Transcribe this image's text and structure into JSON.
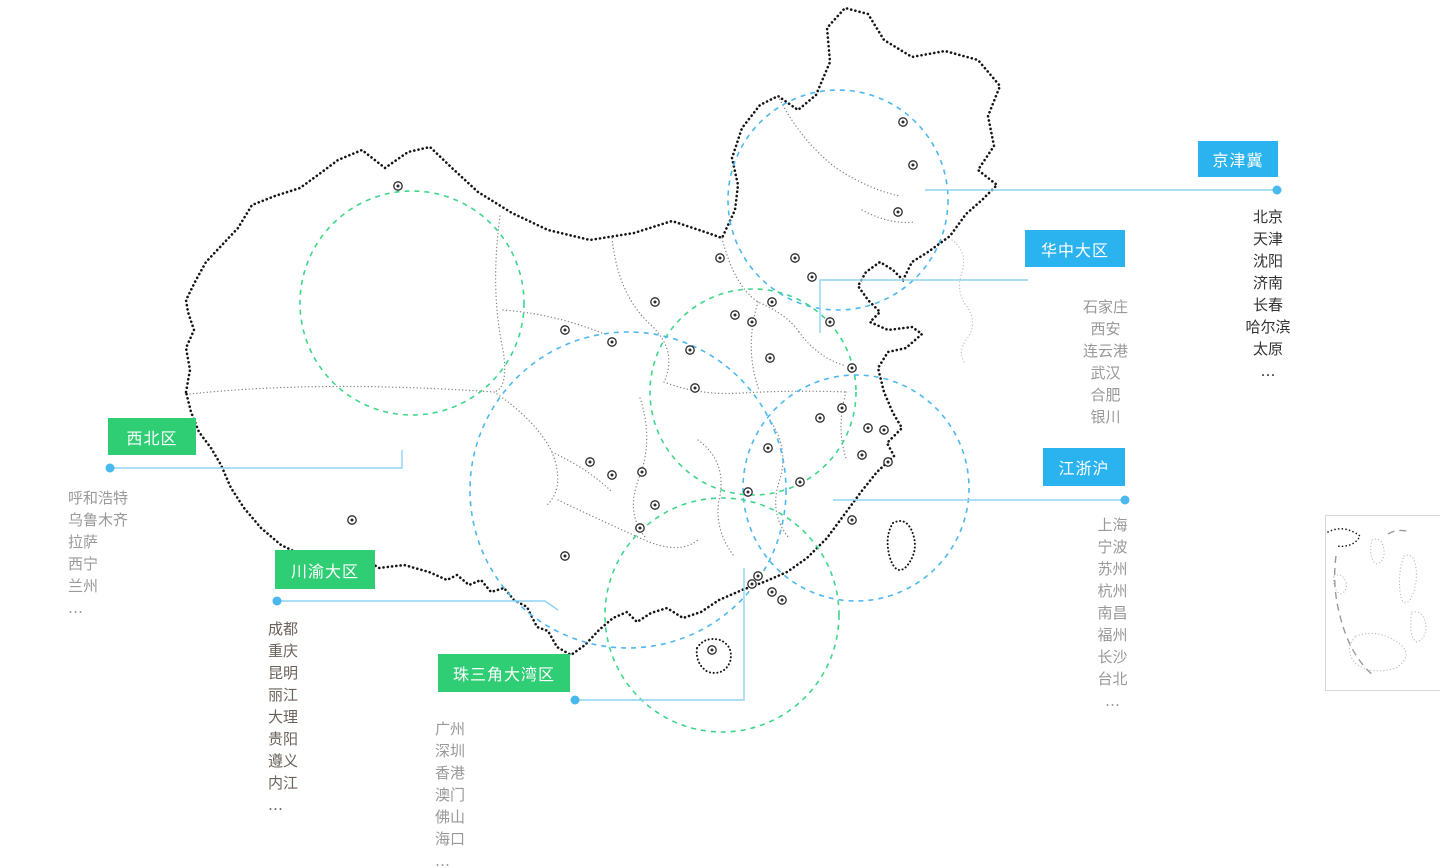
{
  "colors": {
    "blue": "#2bb3ef",
    "green": "#2fce74",
    "line": "#8fd4f2",
    "dot": "#49b8ef",
    "circle_blue": "#4db8f0",
    "circle_green": "#3fd68a",
    "city_dark": "#333333",
    "city_gray": "#999999",
    "city_warm": "#6b625c"
  },
  "regions": [
    {
      "id": "jingjinji",
      "label": "京津冀",
      "color_key": "blue",
      "cities": [
        "北京",
        "天津",
        "沈阳",
        "济南",
        "长春",
        "哈尔滨",
        "太原",
        "…"
      ]
    },
    {
      "id": "huazhong",
      "label": "华中大区",
      "color_key": "blue",
      "cities": [
        "石家庄",
        "西安",
        "连云港",
        "武汉",
        "合肥",
        "银川"
      ]
    },
    {
      "id": "xibei",
      "label": "西北区",
      "color_key": "green",
      "cities": [
        "呼和浩特",
        "乌鲁木齐",
        "拉萨",
        "西宁",
        "兰州",
        "…"
      ]
    },
    {
      "id": "chuanyu",
      "label": "川渝大区",
      "color_key": "green",
      "cities": [
        "成都",
        "重庆",
        "昆明",
        "丽江",
        "大理",
        "贵阳",
        "遵义",
        "内江",
        "…"
      ]
    },
    {
      "id": "zhusanjiao",
      "label": "珠三角大湾区",
      "color_key": "green",
      "cities": [
        "广州",
        "深圳",
        "香港",
        "澳门",
        "佛山",
        "海口",
        "…"
      ]
    },
    {
      "id": "jiangzhehu",
      "label": "江浙沪",
      "color_key": "blue",
      "cities": [
        "上海",
        "宁波",
        "苏州",
        "杭州",
        "南昌",
        "福州",
        "长沙",
        "台北",
        "…"
      ]
    }
  ]
}
